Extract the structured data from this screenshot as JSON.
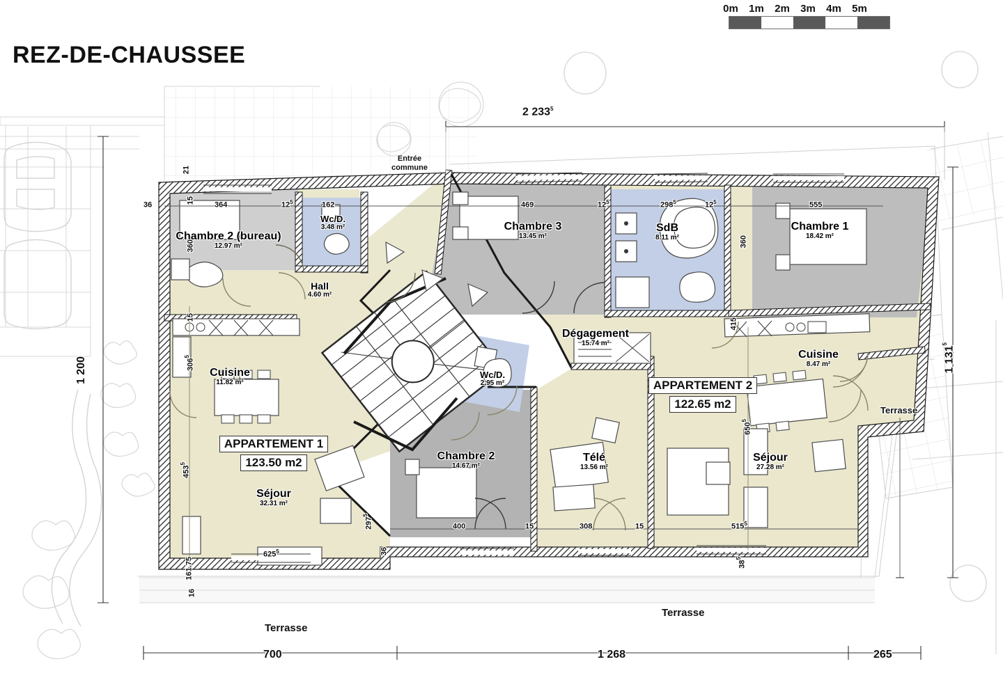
{
  "title": "REZ-DE-CHAUSSEE",
  "scale": {
    "labels": [
      "0m",
      "1m",
      "2m",
      "3m",
      "4m",
      "5m"
    ],
    "segments": [
      "dark",
      "light",
      "dark",
      "light",
      "dark"
    ]
  },
  "apartments": [
    {
      "name": "APPARTEMENT 1",
      "area": "123.50 m2"
    },
    {
      "name": "APPARTEMENT 2",
      "area": "122.65 m2"
    }
  ],
  "rooms": [
    {
      "name": "Chambre 2 (bureau)",
      "area": "12.97 m²"
    },
    {
      "name": "Wc/D.",
      "area": "3.48 m²"
    },
    {
      "name": "Hall",
      "area": "4.60 m²"
    },
    {
      "name": "Cuisine",
      "area": "11.82 m²"
    },
    {
      "name": "Séjour",
      "area": "32.31 m²"
    },
    {
      "name": "Wc/D.",
      "area": "2.95 m²"
    },
    {
      "name": "Chambre 2",
      "area": "14.67 m²"
    },
    {
      "name": "Chambre 3",
      "area": "13.45 m²"
    },
    {
      "name": "SdB",
      "area": "8.11 m²"
    },
    {
      "name": "Chambre 1",
      "area": "18.42 m²"
    },
    {
      "name": "Dégagement",
      "area": "15.74 m²"
    },
    {
      "name": "Télé",
      "area": "13.56 m²"
    },
    {
      "name": "Cuisine",
      "area": "8.47 m²"
    },
    {
      "name": "Séjour",
      "area": "27.28 m²"
    }
  ],
  "annotations": {
    "entree_commune_line1": "Entrée",
    "entree_commune_line2": "commune",
    "terrasse_left": "Terrasse",
    "terrasse_bottom": "Terrasse",
    "terrasse_right": "Terrasse"
  },
  "dimensions": {
    "top_overall": "2 233",
    "top_overall_sup": "5",
    "right_overall": "1 131",
    "right_overall_sup": "5",
    "left_overall": "1 200",
    "bottom": [
      "700",
      "1 268",
      "265"
    ],
    "top_interior": [
      {
        "v": "36",
        "sup": ""
      },
      {
        "v": "364",
        "sup": ""
      },
      {
        "v": "12",
        "sup": "5"
      },
      {
        "v": "162",
        "sup": ""
      },
      {
        "v": "469",
        "sup": ""
      },
      {
        "v": "12",
        "sup": "5"
      },
      {
        "v": "298",
        "sup": "5"
      },
      {
        "v": "12",
        "sup": "5"
      },
      {
        "v": "555",
        "sup": ""
      }
    ],
    "bottom_interior": [
      {
        "v": "400",
        "sup": ""
      },
      {
        "v": "15",
        "sup": ""
      },
      {
        "v": "308",
        "sup": ""
      },
      {
        "v": "15",
        "sup": ""
      },
      {
        "v": "515",
        "sup": "5"
      }
    ],
    "vertical_interior": [
      {
        "v": "21",
        "sup": ""
      },
      {
        "v": "15",
        "sup": ""
      },
      {
        "v": "360",
        "sup": ""
      },
      {
        "v": "15",
        "sup": ""
      },
      {
        "v": "306",
        "sup": "5"
      },
      {
        "v": "453",
        "sup": "5"
      },
      {
        "v": "297",
        "sup": "5"
      },
      {
        "v": "36",
        "sup": ""
      },
      {
        "v": "161.75",
        "sup": ""
      },
      {
        "v": "16",
        "sup": ""
      },
      {
        "v": "360",
        "sup": ""
      },
      {
        "v": "415",
        "sup": ""
      },
      {
        "v": "650",
        "sup": "5"
      },
      {
        "v": "38",
        "sup": "5"
      },
      {
        "v": "625",
        "sup": "5"
      }
    ]
  },
  "colors": {
    "living_fill": "#eae7cd",
    "bedroom_fill": "#bcbcbc",
    "bedroom_fill_dark": "#a8a8a8",
    "bath_fill": "#c3cfe6",
    "wall": "#1a1a1a",
    "site_line": "#c9c9c9",
    "terrace_line": "#d4d4d4",
    "background": "#ffffff"
  }
}
